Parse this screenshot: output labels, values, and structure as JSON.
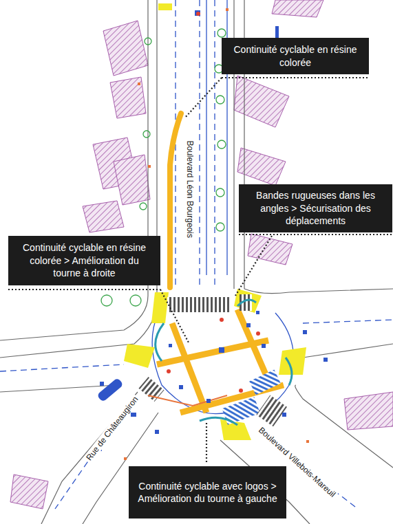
{
  "diagram": {
    "nodes": [
      {
        "text": [
          "Continuité cyclable en résine colorée"
        ]
      },
      {
        "text": [
          "Bandes rugueuses dans les angles > Sécurisation des déplacements"
        ]
      },
      {
        "text": [
          "Continuité cyclable en résine colorée > Amélioration du tourne à droite"
        ]
      },
      {
        "text": [
          "Continuité cyclable avec logos > Amélioration du tourne à gauche"
        ]
      }
    ],
    "labels": [
      "Boulevard Léon Bourgeois",
      "Rue de Châteaugiron",
      "Boulevard Villebois-Mareuil"
    ]
  }
}
